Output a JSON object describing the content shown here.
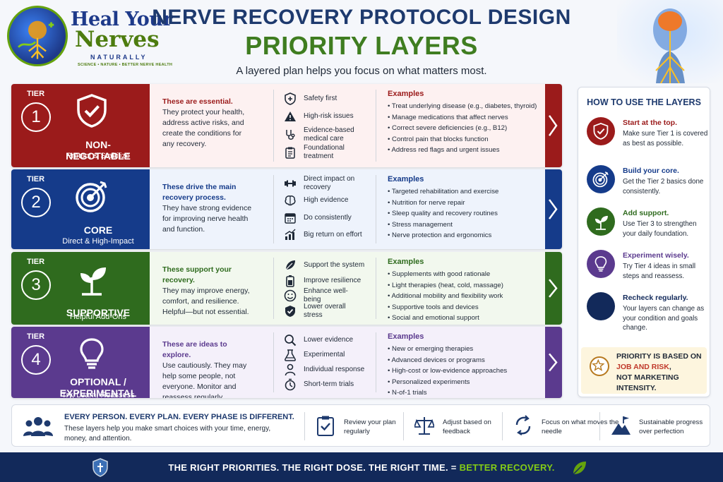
{
  "logo": {
    "line1": "Heal Your",
    "line2": "Nerves",
    "line3": "NATURALLY",
    "tagline": "SCIENCE • NATURE • BETTER NERVE HEALTH"
  },
  "header": {
    "title": "NERVE RECOVERY PROTOCOL DESIGN",
    "subtitle_title": "PRIORITY LAYERS",
    "tagline": "A layered plan helps you focus on what matters most."
  },
  "tiers": [
    {
      "tag": "TIER",
      "number": "1",
      "name": "NON-NEGOTIABLE",
      "sub": "Protect & Stabilize",
      "icon": "shield-check-icon",
      "color": "#9b1b1b",
      "bg": "#fdf1f1",
      "lead": "These are essential.",
      "desc": "They protect your health, address active risks, and create the conditions for any recovery.",
      "pillars": [
        {
          "icon": "shield-cross-icon",
          "label": "Safety first"
        },
        {
          "icon": "warning-icon",
          "label": "High-risk issues"
        },
        {
          "icon": "stethoscope-icon",
          "label": "Evidence-based medical care"
        },
        {
          "icon": "clipboard-icon",
          "label": "Foundational treatment"
        }
      ],
      "examples_label": "Examples",
      "examples": [
        "Treat underlying disease (e.g., diabetes, thyroid)",
        "Manage medications that affect nerves",
        "Correct severe deficiencies (e.g., B12)",
        "Control pain that blocks function",
        "Address red flags and urgent issues"
      ]
    },
    {
      "tag": "TIER",
      "number": "2",
      "name": "CORE",
      "sub": "Direct & High-Impact",
      "icon": "target-icon",
      "color": "#153b8a",
      "bg": "#eef3fc",
      "lead": "These drive the main recovery process.",
      "desc": "They have strong evidence for improving nerve health and function.",
      "pillars": [
        {
          "icon": "dumbbell-icon",
          "label": "Direct impact on recovery"
        },
        {
          "icon": "brain-icon",
          "label": "High evidence"
        },
        {
          "icon": "calendar-icon",
          "label": "Do consistently"
        },
        {
          "icon": "chart-icon",
          "label": "Big return on effort"
        }
      ],
      "examples_label": "Examples",
      "examples": [
        "Targeted rehabilitation and exercise",
        "Nutrition for nerve repair",
        "Sleep quality and recovery routines",
        "Stress management",
        "Nerve protection and ergonomics"
      ]
    },
    {
      "tag": "TIER",
      "number": "3",
      "name": "SUPPORTIVE",
      "sub": "Helpful Add-Ons",
      "icon": "sprout-icon",
      "color": "#2f6b1e",
      "bg": "#f2f8ee",
      "lead": "These support your recovery.",
      "desc": "They may improve energy, comfort, and resilience. Helpful—but not essential.",
      "pillars": [
        {
          "icon": "leaf-icon",
          "label": "Support the system"
        },
        {
          "icon": "battery-icon",
          "label": "Improve resilience"
        },
        {
          "icon": "smile-icon",
          "label": "Enhance well-being"
        },
        {
          "icon": "shield-check-icon",
          "label": "Lower overall stress"
        }
      ],
      "examples_label": "Examples",
      "examples": [
        "Supplements with good rationale",
        "Light therapies (heat, cold, massage)",
        "Additional mobility and flexibility work",
        "Supportive tools and devices",
        "Social and emotional support"
      ]
    },
    {
      "tag": "TIER",
      "number": "4",
      "name": "OPTIONAL / EXPERIMENTAL",
      "sub": "Try, Learn, Reassess",
      "icon": "lightbulb-icon",
      "color": "#5b3a8e",
      "bg": "#f4f0fa",
      "lead": "These are ideas to explore.",
      "desc": "Use cautiously. They may help some people, not everyone. Monitor and reassess regularly.",
      "pillars": [
        {
          "icon": "search-icon",
          "label": "Lower evidence"
        },
        {
          "icon": "flask-icon",
          "label": "Experimental"
        },
        {
          "icon": "person-icon",
          "label": "Individual response"
        },
        {
          "icon": "stopwatch-icon",
          "label": "Short-term trials"
        }
      ],
      "examples_label": "Examples",
      "examples": [
        "New or emerging therapies",
        "Advanced devices or programs",
        "High-cost or low-evidence approaches",
        "Personalized experiments",
        "N-of-1 trials"
      ]
    }
  ],
  "side": {
    "title": "HOW TO USE THE LAYERS",
    "steps": [
      {
        "icon": "shield-check-icon",
        "color": "#9b1b1b",
        "head_color": "#9b1b1b",
        "head": "Start at the top.",
        "text": "Make sure Tier 1 is covered as best as possible."
      },
      {
        "icon": "target-icon",
        "color": "#153b8a",
        "head_color": "#153b8a",
        "head": "Build your core.",
        "text": "Get the Tier 2 basics done consistently."
      },
      {
        "icon": "sprout-icon",
        "color": "#2f6b1e",
        "head_color": "#2f6b1e",
        "head": "Add support.",
        "text": "Use Tier 3 to strengthen your daily foundation."
      },
      {
        "icon": "lightbulb-icon",
        "color": "#5b3a8e",
        "head_color": "#5b3a8e",
        "head": "Experiment wisely.",
        "text": "Try Tier 4 ideas in small steps and reassess."
      },
      {
        "icon": "chart-icon",
        "color": "#12295a",
        "head_color": "#12295a",
        "head": "Recheck regularly.",
        "text": "Your layers can change as your condition and goals change."
      }
    ],
    "note_line1": "PRIORITY IS BASED ON",
    "note_red": "JOB AND RISK",
    "note_line2": "NOT MARKETING INTENSITY."
  },
  "bottom": {
    "head": "EVERY PERSON. EVERY PLAN. EVERY PHASE IS DIFFERENT.",
    "text": "These layers help you make smart choices with your time, energy, money, and attention.",
    "items": [
      {
        "icon": "clipboard-check-icon",
        "label": "Review your plan regularly"
      },
      {
        "icon": "scale-icon",
        "label": "Adjust based on feedback"
      },
      {
        "icon": "cycle-icon",
        "label": "Focus on what moves the needle"
      },
      {
        "icon": "mountain-flag-icon",
        "label": "Sustainable progress over perfection"
      }
    ]
  },
  "footer": {
    "text": "THE RIGHT PRIORITIES. THE RIGHT DOSE. THE RIGHT TIME. = ",
    "highlight": "BETTER RECOVERY."
  }
}
